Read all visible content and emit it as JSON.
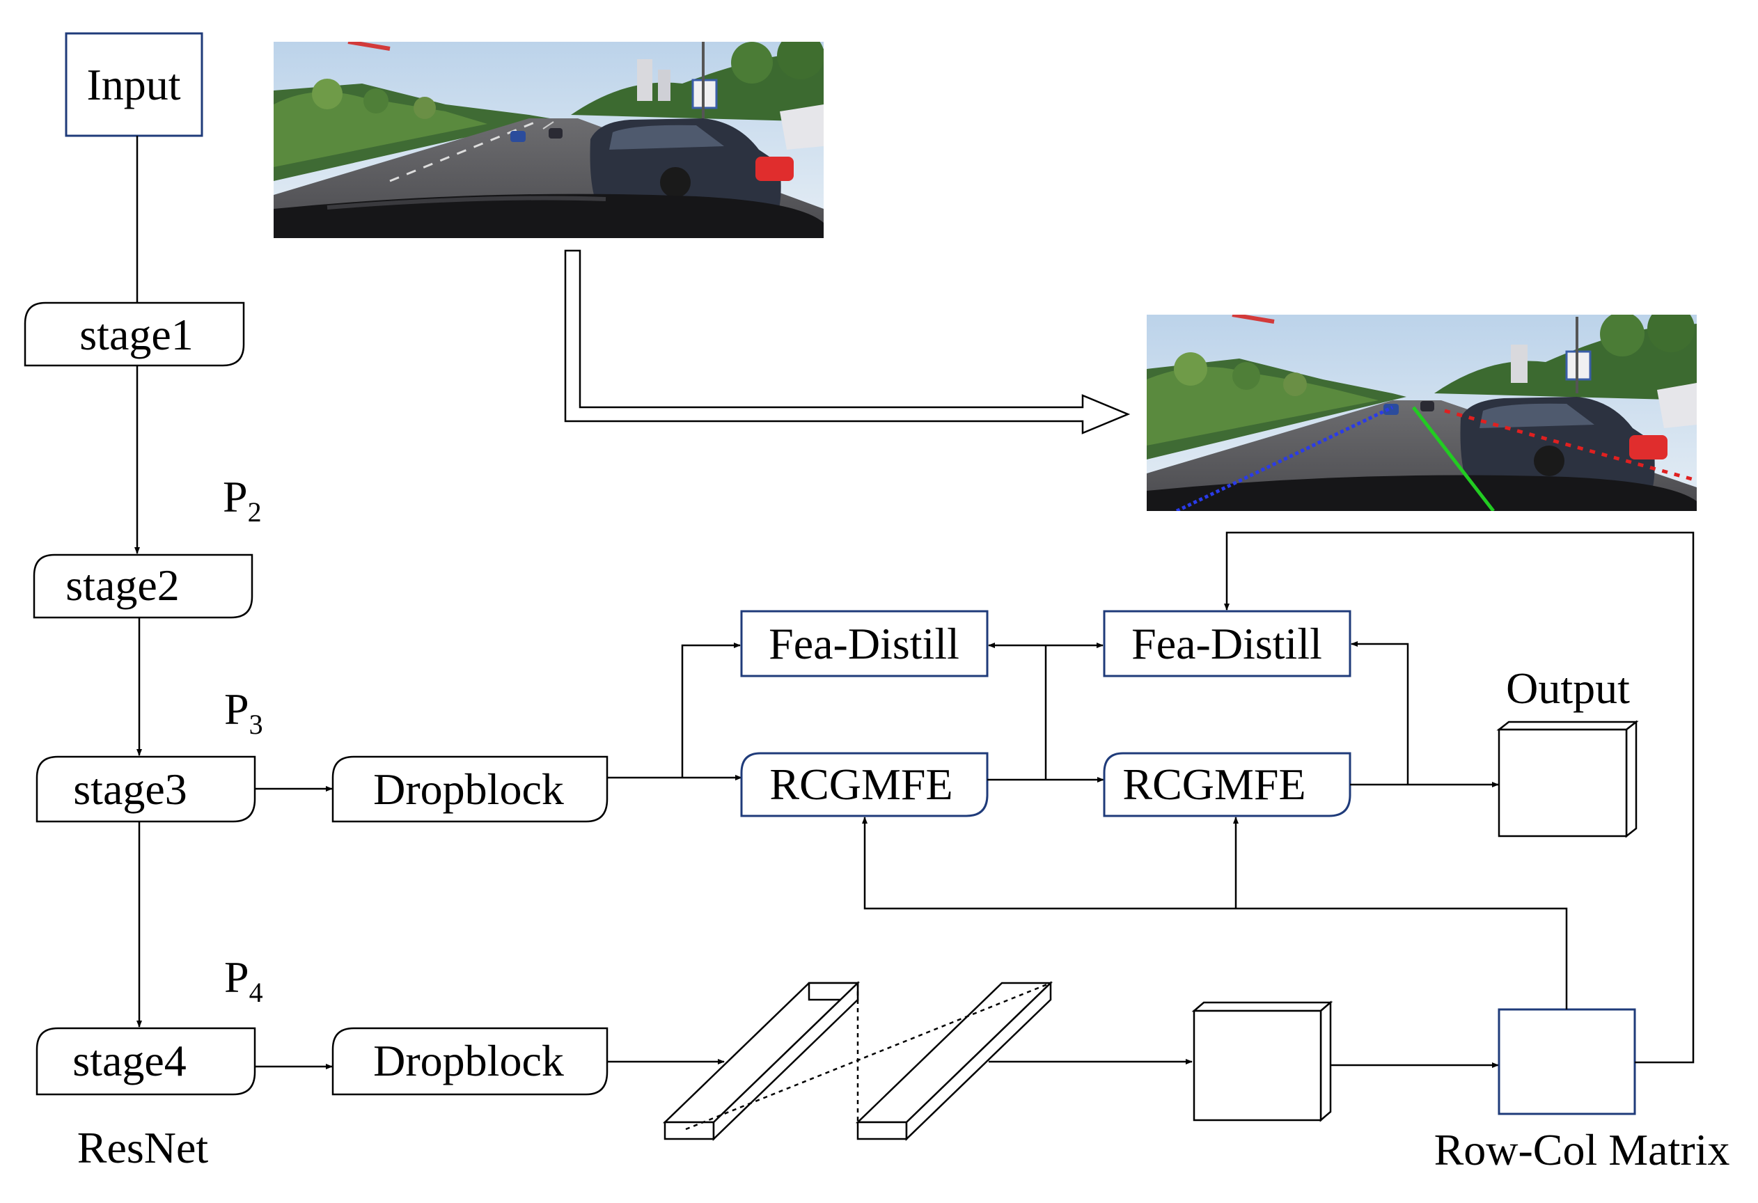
{
  "labels": {
    "input": "Input",
    "stage1": "stage1",
    "stage2": "stage2",
    "stage3": "stage3",
    "stage4": "stage4",
    "p2_main": "P",
    "p2_sub": "2",
    "p3_main": "P",
    "p3_sub": "3",
    "p4_main": "P",
    "p4_sub": "4",
    "dropblock_top": "Dropblock",
    "dropblock_bottom": "Dropblock",
    "fea_distill_left": "Fea-Distill",
    "fea_distill_right": "Fea-Distill",
    "rcgmfe_left": "RCGMFE",
    "rcgmfe_right": "RCGMFE",
    "output": "Output",
    "resnet": "ResNet",
    "row_col_matrix": "Row-Col Matrix"
  },
  "lane_colors": {
    "left_lane": "#2a3be8",
    "center_lane": "#22cc22",
    "right_lane": "#e02020"
  }
}
